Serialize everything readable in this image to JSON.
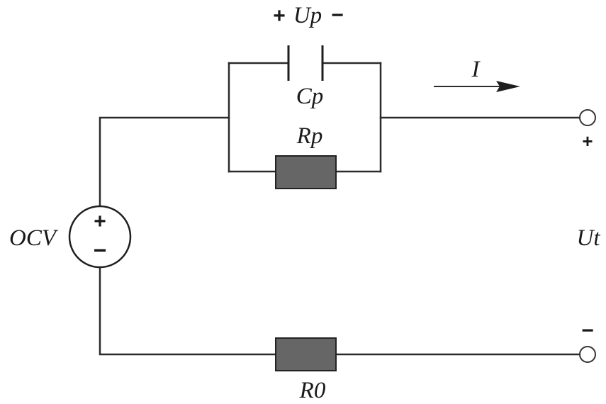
{
  "labels": {
    "up_plus": "+",
    "up": "Up",
    "up_minus": "−",
    "current": "I",
    "cp": "Cp",
    "rp": "Rp",
    "ocv": "OCV",
    "source_plus": "+",
    "source_minus": "−",
    "r0": "R0",
    "ut": "Ut",
    "out_plus": "+",
    "out_minus": "−"
  }
}
